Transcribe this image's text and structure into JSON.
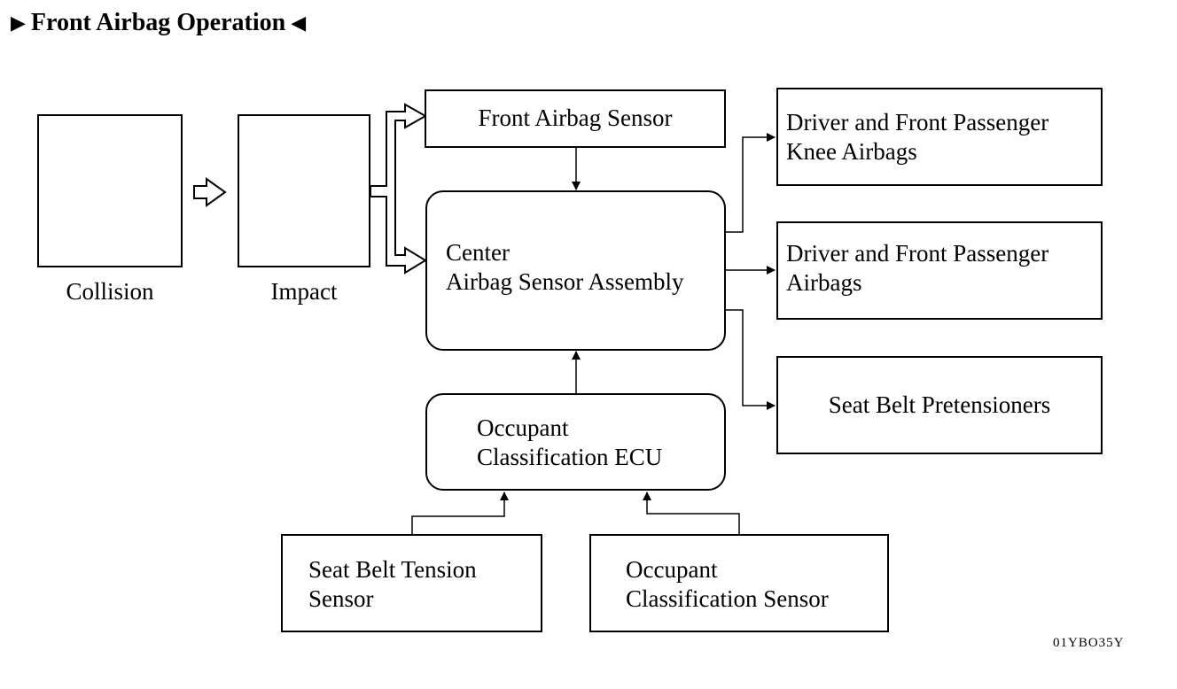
{
  "title": "Front Airbag Operation",
  "title_marker_left": "▶",
  "title_marker_right": "◀",
  "nodes": {
    "collision": "Collision",
    "impact": "Impact",
    "front_sensor": "Front Airbag Sensor",
    "center_line1": "Center",
    "center_line2": "Airbag Sensor Assembly",
    "knee_line1": "Driver and Front Passenger",
    "knee_line2": "Knee Airbags",
    "airbags_line1": "Driver and Front Passenger",
    "airbags_line2": "Airbags",
    "pretensioners": "Seat Belt Pretensioners",
    "ocu_line1": "Occupant",
    "ocu_line2": "Classification ECU",
    "tension_line1": "Seat Belt Tension",
    "tension_line2": "Sensor",
    "ocs_line1": "Occupant",
    "ocs_line2": "Classification Sensor"
  },
  "figure_code": "01YBO35Y"
}
